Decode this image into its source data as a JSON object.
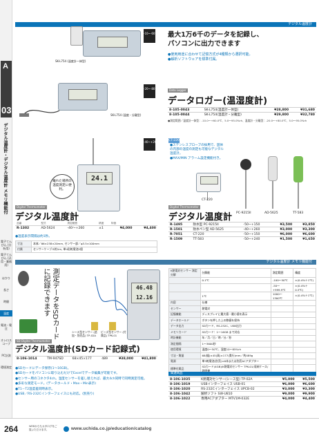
{
  "header": {
    "band1": "デジタル温度計",
    "band2": "デジタル温度計 メモリ機能付"
  },
  "sidebar": {
    "logo": "A",
    "chapter_num": "03",
    "vertical_title": "デジタル温度計・デジタル温度計 メモリ機能付",
    "items": [
      "電子てんびん (分析用)",
      "電子てんびん (汎用・業務用)",
      "はかり",
      "長さ",
      "時間",
      "温度",
      "電流・電圧",
      "オシロスコープ",
      "PC計測",
      "環境測定"
    ]
  },
  "logger": {
    "headline_line1": "最大1万6千のデータを記録し、",
    "headline_line2": "パソコンに出力できます",
    "bullets": [
      "●使用用途に合わせて記憶方式が4種類から選択可能。",
      "●解析ソフトウェアを標準付属。"
    ],
    "range1": "-10~-60℃",
    "range2": "-20~-80℃",
    "model1_label": "SK-L754 (温度計一体型)",
    "model2_label": "SK-L754 (温度・分離型)",
    "tag": "Data Logger",
    "title": "データロガー(温湿度計)",
    "rows": [
      {
        "code": "8-105-0043",
        "name": "SK-L754(温度計一体型)",
        "p1": "¥28,800",
        "p2": "¥31,680"
      },
      {
        "code": "8-105-0044",
        "name": "SK-L754(温度計・分離型)",
        "p1": "¥29,800",
        "p2": "¥32,780"
      }
    ],
    "note": "●測定範囲／温度計一体型：-10.0～+60.0℃、5.0～95.0%rh、温度計・分離型：-20.0～+80.0℃、5.0～95.0%rh"
  },
  "ad5624": {
    "range": "-40~+260",
    "callout": "離れた場所の温度測定に便利。",
    "tag": "Digital Thermometer",
    "title": "デジタル温度計",
    "headers": [
      "品番",
      "型式",
      "測定範囲",
      "精度",
      "特価"
    ],
    "row": {
      "code": "R-1302",
      "model": "AD-5624",
      "range": "-40～+260",
      "acc": "±1",
      "p1": "¥4,000",
      "p2": "¥4,400"
    },
    "note": "●温度表示間隔は約1秒。",
    "spec1_key": "寸法",
    "spec1_val": "本体／66×238×20mm, センサー部／φ3.5×100mm",
    "spec2_key": "付属",
    "spec2_val": "センサーケーブル約1m, 単4形乾電池2個"
  },
  "ct220": {
    "model_label": "CT-220",
    "features": [
      "●ステンレスプローブの採用で、固体の内部の温度の測定も可能なデジタル温度計。",
      "●MAX/MIN アラーム設定機能付き。"
    ],
    "probe_labels": [
      "PC-9215II",
      "AD-5625",
      "TT-583"
    ],
    "caption": "CT-220",
    "tag": "Digital Thermometer",
    "title": "デジタル温度計",
    "rows": [
      {
        "code": "R-1495",
        "name": "防水型 PC-9215II",
        "range": "-50~+150",
        "p1": "¥3,500",
        "p2": "¥3,850"
      },
      {
        "code": "R-1501",
        "name": "防水ペン型 AD-5625",
        "range": "-40~+260",
        "p1": "¥3,000",
        "p2": "¥3,300"
      },
      {
        "code": "R-7051",
        "name": "CT-220",
        "range": "-50~+150",
        "p1": "¥6,000",
        "p2": "¥6,600"
      },
      {
        "code": "R-1509",
        "name": "TT-583",
        "range": "-50~+240",
        "p1": "¥1,500",
        "p2": "¥1,650"
      }
    ]
  },
  "sdlogger": {
    "badge": "測定データをSDカードに記録できます",
    "lcd1": "46.48",
    "lcd2": "12.16",
    "sensor1": "シース型センサー (追加・別売品) TP-02A",
    "sensor2": "ビーズ型センサー (付属品) TPK-01",
    "tag": "SD Digital Thermometer",
    "title": "デジタル温度計(SDカード記録式)",
    "row": {
      "code": "8-106-1014",
      "model": "TM-947SD",
      "dims": "68×45×177",
      "wt": "489",
      "p1": "¥38,000",
      "p2": "¥41,800"
    },
    "bullets": [
      "●SDカードにデータ保存(1～16GB)。",
      "●SDカードをパソコンに取り込むだけでExcelでデータ編集が可能です。",
      "●センサー用のコネクタ4ch。温度センサーを差し替えれば、最大4ch同時で同時測定可能。",
      "●多彩な測定モード。(データホールド・Max・Min表示)",
      "●T1－T2温度差同時表示。",
      "●USB／RS-232Cインターフェイスにも対応。(別売り)"
    ],
    "spec": [
      [
        "K熱電対センサー 測定分解",
        "分解能",
        "測定範囲",
        "精度"
      ],
      [
        "",
        "0.1℃",
        "-100～50℃",
        "±(0.4%＋1℃)"
      ],
      [
        "",
        "",
        "-50～+999.9℃",
        "±(0.4%＋0.5℃)"
      ],
      [
        "",
        "1℃",
        "1000～1300℃",
        "±(0.4%＋1℃)"
      ],
      [
        "内容",
        "仕様",
        "",
        ""
      ],
      [
        "センサー",
        "熱電対",
        "",
        ""
      ],
      [
        "記憶機能",
        "ディスプレイに最大値・最小値を表示",
        "",
        ""
      ],
      [
        "データホールド",
        "ボタンを押した上の数値を保持",
        "",
        ""
      ],
      [
        "データ出力",
        "SDカード、RS-232C、USB出力",
        "",
        ""
      ],
      [
        "メモリカード",
        "SDカード：1～16GB まで対応",
        "",
        ""
      ],
      [
        "時計機能",
        "年／月／日／時／分／秒",
        "",
        ""
      ],
      [
        "測定間隔",
        "1～3600秒",
        "",
        ""
      ],
      [
        "使用環境",
        "温度0～50℃、湿度10～85%rh",
        "",
        ""
      ],
      [
        "寸法・質量",
        "68(幅)×45(高)×177(奥行)mm／約489g",
        "",
        ""
      ],
      [
        "電源",
        "単3乾電池(別売)×6本または別売ACアダプター",
        "",
        ""
      ],
      [
        "標準付属品",
        "SDカード(4GB)/K熱電対センサー TPK-01/収納ケース/説明書",
        "",
        ""
      ]
    ],
    "opt_title": "関連商品",
    "options": [
      {
        "code": "8-106-1035",
        "name": "K熱電対センサー(シース型) TP-02A",
        "p1": "¥5,000",
        "p2": "¥5,500"
      },
      {
        "code": "8-106-1019",
        "name": "USBインターフェイス USB-01",
        "p1": "¥6,000",
        "p2": "¥6,600"
      },
      {
        "code": "8-106-1020",
        "name": "RS-232Cインターフェイス UPCB-02",
        "p1": "¥3,000",
        "p2": "¥3,300"
      },
      {
        "code": "8-106-1042",
        "name": "解析ソフト SW-U810",
        "p1": "¥9,000",
        "p2": "¥9,900"
      },
      {
        "code": "8-106-1022",
        "name": "専用ACアダプター MTV1M-032E",
        "p1": "¥4,000",
        "p2": "¥4,400"
      }
    ]
  },
  "footer": {
    "page": "264",
    "note": "WEBからもカタログをご覧いただけます。",
    "url": "www.uchida.co.jp/education/catalog"
  },
  "colors": {
    "accent": "#0a74b8",
    "dark": "#3c3c3c"
  }
}
